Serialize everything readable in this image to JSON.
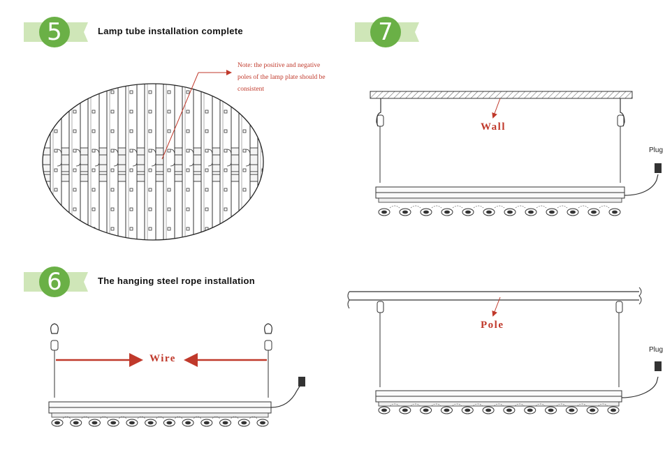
{
  "steps": [
    {
      "number": "5",
      "title": "Lamp tube installation complete"
    },
    {
      "number": "6",
      "title": "The hanging steel rope installation"
    },
    {
      "number": "7",
      "title": ""
    }
  ],
  "labels": {
    "note": "Note: the positive and negative poles of the lamp plate should be consistent",
    "wire": "Wire",
    "wall": "Wall",
    "pole": "Pole",
    "plug_top": "Plug",
    "plug_bottom": "Plug"
  },
  "colors": {
    "badge_green": "#6ab046",
    "ribbon_green": "#cfe6b8",
    "accent_red": "#c0392b",
    "line": "#333333"
  }
}
